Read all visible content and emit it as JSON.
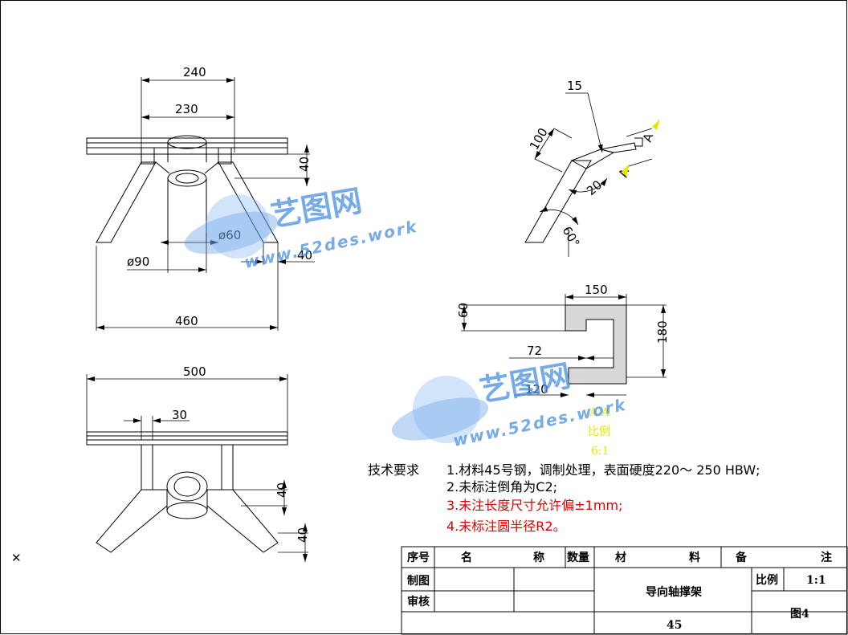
{
  "front_view": {
    "dim_240": "240",
    "dim_230": "230",
    "dim_40_right": "40",
    "dim_dia60": "ø60",
    "dim_dia90": "ø90",
    "dim_40_low": "40",
    "dim_460": "460"
  },
  "top_view": {
    "dim_500": "500",
    "dim_30": "30",
    "dim_40_a": "40",
    "dim_40_b": "40"
  },
  "side_view": {
    "dim_15": "15",
    "dim_100": "100",
    "dim_20": "20",
    "dim_60deg": "60°",
    "section_mark": "A"
  },
  "section_view": {
    "dim_150": "150",
    "dim_60": "60",
    "dim_180": "180",
    "dim_72": "72",
    "dim_120": "120",
    "label_line1": "A-A",
    "label_line2": "比例",
    "label_line3": "6:1"
  },
  "watermark": {
    "cn": "艺图网",
    "en": "www.52des.work"
  },
  "tech_requirements": {
    "heading": "技术要求",
    "item1": "1.材料45号钢，调制处理，表面硬度220～ 250 HBW;",
    "item2": "2.未标注倒角为C2;",
    "item3": "3.未注长度尺寸允许偏±1mm;",
    "item4": "4.未标注圆半径R2。"
  },
  "title_block": {
    "col_seq": "序号",
    "col_name_a": "名",
    "col_name_b": "称",
    "col_qty": "数量",
    "col_mat_a": "材",
    "col_mat_b": "料",
    "col_note_a": "备",
    "col_note_b": "注",
    "row_drawn": "制图",
    "row_check": "审核",
    "part_name": "导向轴撑架",
    "scale_label": "比例",
    "scale_value": "1:1",
    "material": "45",
    "drawing_no": "图4"
  },
  "colors": {
    "line": "#000000",
    "red_text": "#e00000",
    "yellow_text": "#e6e600",
    "watermark": "#4a8fe0"
  }
}
